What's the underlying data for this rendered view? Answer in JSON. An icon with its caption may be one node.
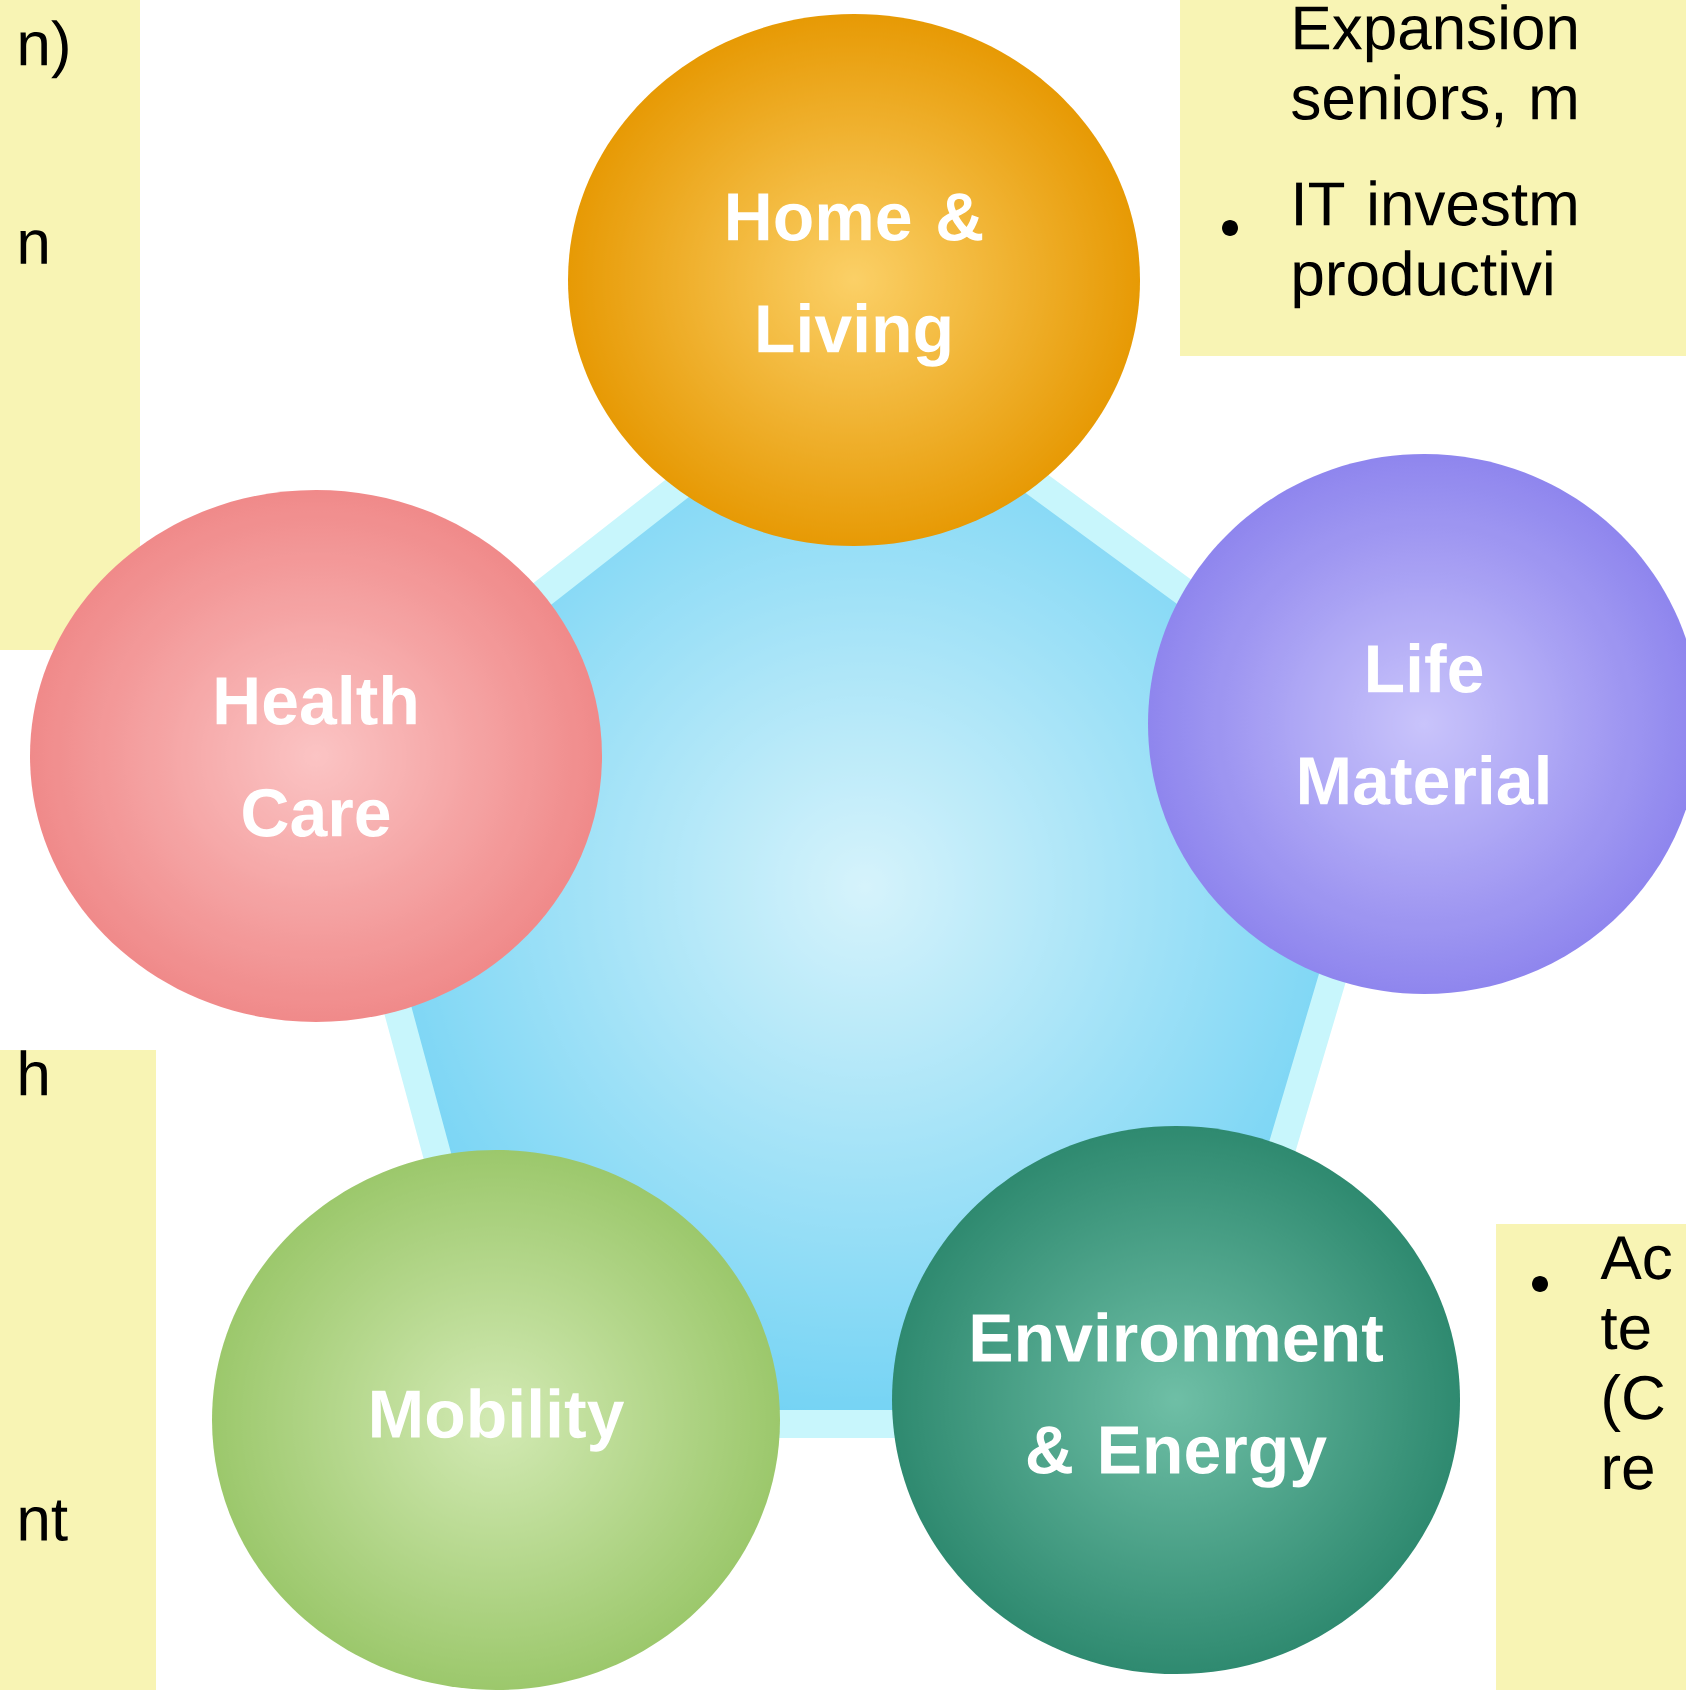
{
  "diagram": {
    "nodes": [
      {
        "text": [
          "n)",
          "n"
        ]
      },
      {
        "text": [
          "Expansion seniors, m",
          "IT investm productivi"
        ]
      },
      {
        "text": [
          "Home & Living"
        ]
      },
      {
        "text": [
          "Life Material"
        ]
      },
      {
        "text": [
          "Health Care"
        ]
      },
      {
        "text": [
          "h",
          "nt"
        ]
      },
      {
        "text": [
          "Mobility"
        ]
      },
      {
        "text": [
          "Environment & Energy"
        ]
      },
      {
        "text": [
          "Ac te (C re"
        ]
      }
    ]
  }
}
